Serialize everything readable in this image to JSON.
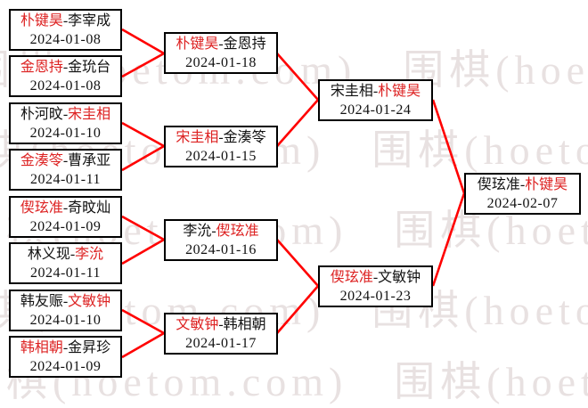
{
  "sep": "-",
  "watermark": {
    "text": "围棋(hoetom.com)　围棋(hoetom.com)"
  },
  "colors": {
    "winner_text": "#dd2222",
    "line": "#ff0000",
    "box_border": "#000000"
  },
  "bracket": {
    "round1": [
      {
        "p1": "朴键昊",
        "p1c": "r",
        "p2": "李宰成",
        "p2c": "b",
        "date": "2024-01-08"
      },
      {
        "p1": "金恩持",
        "p1c": "r",
        "p2": "金玧台",
        "p2c": "b",
        "date": "2024-01-08"
      },
      {
        "p1": "朴河旼",
        "p1c": "b",
        "p2": "宋圭相",
        "p2c": "r",
        "date": "2024-01-10"
      },
      {
        "p1": "金湊笭",
        "p1c": "r",
        "p2": "曹承亚",
        "p2c": "b",
        "date": "2024-01-11"
      },
      {
        "p1": "偰玹准",
        "p1c": "r",
        "p2": "奇旼灿",
        "p2c": "b",
        "date": "2024-01-09"
      },
      {
        "p1": "林义现",
        "p1c": "b",
        "p2": "李沇",
        "p2c": "r",
        "date": "2024-01-11"
      },
      {
        "p1": "韩友赈",
        "p1c": "b",
        "p2": "文敏钟",
        "p2c": "r",
        "date": "2024-01-10"
      },
      {
        "p1": "韩相朝",
        "p1c": "r",
        "p2": "金昇珍",
        "p2c": "b",
        "date": "2024-01-09"
      }
    ],
    "round2": [
      {
        "p1": "朴键昊",
        "p1c": "r",
        "p2": "金恩持",
        "p2c": "b",
        "date": "2024-01-18"
      },
      {
        "p1": "宋圭相",
        "p1c": "r",
        "p2": "金湊笭",
        "p2c": "b",
        "date": "2024-01-15"
      },
      {
        "p1": "李沇",
        "p1c": "b",
        "p2": "偰玹准",
        "p2c": "r",
        "date": "2024-01-16"
      },
      {
        "p1": "文敏钟",
        "p1c": "r",
        "p2": "韩相朝",
        "p2c": "b",
        "date": "2024-01-17"
      }
    ],
    "round3": [
      {
        "p1": "宋圭相",
        "p1c": "b",
        "p2": "朴键昊",
        "p2c": "r",
        "date": "2024-01-24"
      },
      {
        "p1": "偰玹准",
        "p1c": "r",
        "p2": "文敏钟",
        "p2c": "b",
        "date": "2024-01-23"
      }
    ],
    "final": [
      {
        "p1": "偰玹准",
        "p1c": "b",
        "p2": "朴键昊",
        "p2c": "r",
        "date": "2024-02-07"
      }
    ]
  }
}
